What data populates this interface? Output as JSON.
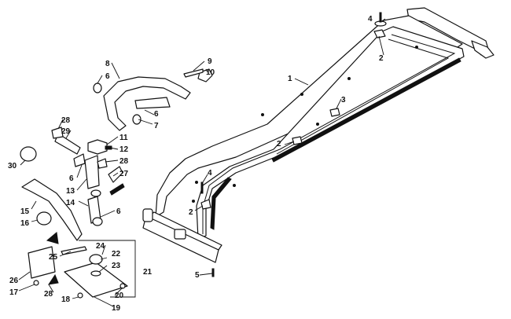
{
  "callouts": [
    {
      "id": "c1",
      "text": "1"
    },
    {
      "id": "c2a",
      "text": "2"
    },
    {
      "id": "c2b",
      "text": "2"
    },
    {
      "id": "c2c",
      "text": "2"
    },
    {
      "id": "c3",
      "text": "3"
    },
    {
      "id": "c4a",
      "text": "4"
    },
    {
      "id": "c4b",
      "text": "4"
    },
    {
      "id": "c5",
      "text": "5"
    },
    {
      "id": "c6a",
      "text": "6"
    },
    {
      "id": "c6b",
      "text": "6"
    },
    {
      "id": "c6c",
      "text": "6"
    },
    {
      "id": "c6d",
      "text": "6"
    },
    {
      "id": "c7",
      "text": "7"
    },
    {
      "id": "c8",
      "text": "8"
    },
    {
      "id": "c9",
      "text": "9"
    },
    {
      "id": "c10",
      "text": "10"
    },
    {
      "id": "c11",
      "text": "11"
    },
    {
      "id": "c12",
      "text": "12"
    },
    {
      "id": "c13",
      "text": "13"
    },
    {
      "id": "c14",
      "text": "14"
    },
    {
      "id": "c15",
      "text": "15"
    },
    {
      "id": "c16",
      "text": "16"
    },
    {
      "id": "c17",
      "text": "17"
    },
    {
      "id": "c18",
      "text": "18"
    },
    {
      "id": "c19",
      "text": "19"
    },
    {
      "id": "c20",
      "text": "20"
    },
    {
      "id": "c21",
      "text": "21"
    },
    {
      "id": "c22",
      "text": "22"
    },
    {
      "id": "c23",
      "text": "23"
    },
    {
      "id": "c24",
      "text": "24"
    },
    {
      "id": "c25",
      "text": "25"
    },
    {
      "id": "c26",
      "text": "26"
    },
    {
      "id": "c27",
      "text": "27"
    },
    {
      "id": "c28a",
      "text": "28"
    },
    {
      "id": "c28b",
      "text": "28"
    },
    {
      "id": "c28c",
      "text": "28"
    },
    {
      "id": "c29",
      "text": "29"
    },
    {
      "id": "c30",
      "text": "30"
    }
  ]
}
